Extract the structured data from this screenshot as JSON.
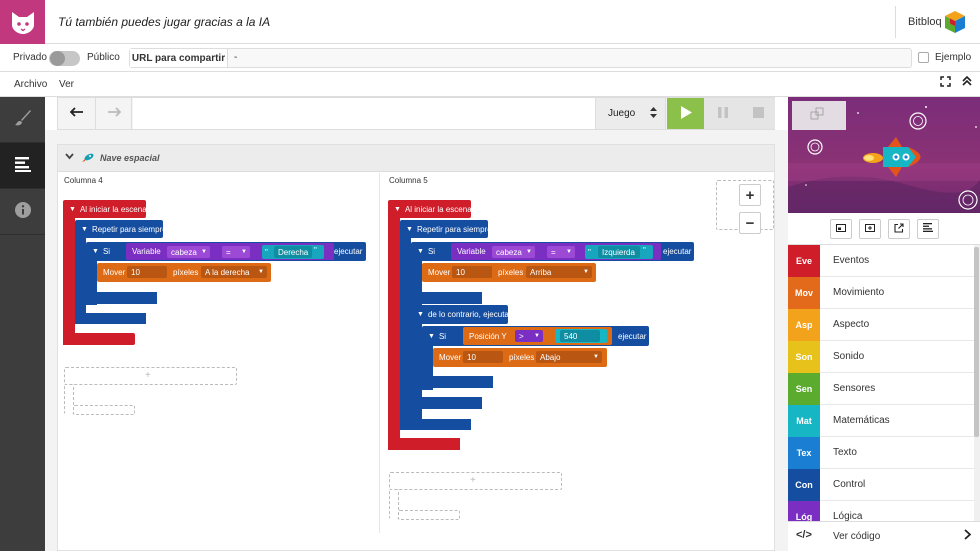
{
  "header": {
    "project_title": "Tú también puedes jugar gracias a la IA",
    "brand": "Bitbloq"
  },
  "share": {
    "private_label": "Privado",
    "public_label": "Público",
    "url_label": "URL para compartir",
    "url_value": "-",
    "example_label": "Ejemplo"
  },
  "menu": {
    "file": "Archivo",
    "view": "Ver"
  },
  "toolbar": {
    "mode": "Juego"
  },
  "panel": {
    "title": "Nave espacial",
    "columns": [
      "Columna 4",
      "Columna 5"
    ]
  },
  "col4": {
    "event": "Al iniciar la escena",
    "loop": "Repetir para siempre",
    "if": "Si",
    "var_label": "Variable",
    "var_name": "cabeza",
    "op": "=",
    "quote": "\"",
    "value": "Derecha",
    "exec": "ejecutar",
    "move": "Mover",
    "amount": "10",
    "unit": "píxeles",
    "direction": "A la derecha"
  },
  "col5": {
    "event": "Al iniciar la escena",
    "loop": "Repetir para siempre",
    "if": "Si",
    "var_label": "Variable",
    "var_name": "cabeza",
    "op": "=",
    "quote": "\"",
    "value": "Izquierda",
    "exec": "ejecutar",
    "move": "Mover",
    "amount": "10",
    "unit": "píxeles",
    "direction": "Arriba",
    "else": "de lo contrario, ejecutar",
    "if2": "Si",
    "pos": "Posición Y",
    "op2": ">",
    "num": "540",
    "exec2": "ejecutar",
    "move2": "Mover",
    "amount2": "10",
    "unit2": "píxeles",
    "direction2": "Abajo"
  },
  "zoom": {
    "in": "+",
    "out": "−"
  },
  "categories": [
    {
      "abbr": "Eve",
      "label": "Eventos",
      "color": "#cf1d2a"
    },
    {
      "abbr": "Mov",
      "label": "Movimiento",
      "color": "#e26a1a"
    },
    {
      "abbr": "Asp",
      "label": "Aspecto",
      "color": "#f2a21b"
    },
    {
      "abbr": "Son",
      "label": "Sonido",
      "color": "#e6c21b"
    },
    {
      "abbr": "Sen",
      "label": "Sensores",
      "color": "#5aab2e"
    },
    {
      "abbr": "Mat",
      "label": "Matemáticas",
      "color": "#17b6c4"
    },
    {
      "abbr": "Tex",
      "label": "Texto",
      "color": "#1a7fd2"
    },
    {
      "abbr": "Con",
      "label": "Control",
      "color": "#154ea0"
    },
    {
      "abbr": "Lóg",
      "label": "Lógica",
      "color": "#7b2fc2"
    }
  ],
  "code": {
    "icon": "</>",
    "label": "Ver código"
  }
}
